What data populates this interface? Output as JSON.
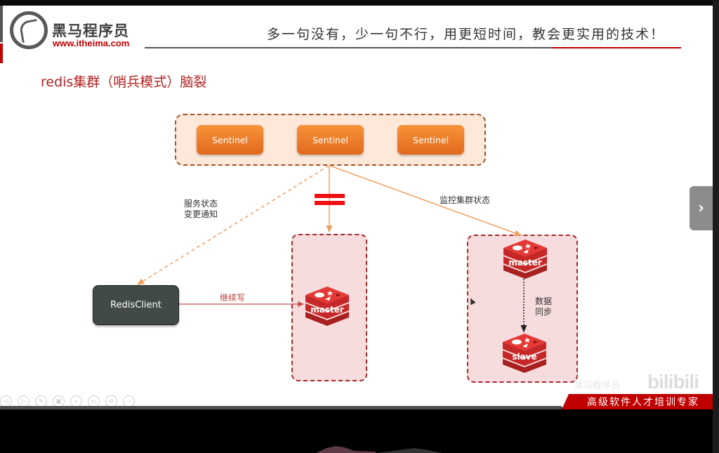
{
  "brand": {
    "name_cn": "黑马程序员",
    "url": "www.itheima.com",
    "slogan": "多一句没有，少一句不行，用更短时间，教会更实用的技术！",
    "footer_tagline": "高级软件人才培训专家",
    "footer_watermark": "黑马程序员",
    "platform_watermark": "bilibili"
  },
  "slide": {
    "title": "redis集群（哨兵模式）脑裂",
    "sentinels": [
      "Sentinel",
      "Sentinel",
      "Sentinel"
    ],
    "client": "RedisClient",
    "left_cluster": {
      "master": "master"
    },
    "right_cluster": {
      "master": "master",
      "slave": "slave"
    },
    "labels": {
      "notify_line1": "服务状态",
      "notify_line2": "变更通知",
      "monitor": "监控集群状态",
      "continue_write": "继续写",
      "sync_line1": "数据",
      "sync_line2": "同步"
    }
  },
  "player": {
    "toolbar_icons": [
      "prev-icon",
      "play-icon",
      "pen-icon",
      "slides-icon",
      "zoom-icon",
      "subtitle-icon",
      "camera-off-icon",
      "more-icon"
    ],
    "toolbar_glyphs": [
      "◁",
      "▷",
      "✎",
      "▣",
      "⌕",
      "▭",
      "⊘",
      "⋯"
    ],
    "next_glyph": "›"
  },
  "colors": {
    "accent_red": "#c00000",
    "sentinel_orange": "#f08a2e",
    "cluster_fill": "#f6dcdc",
    "client_dark": "#424949"
  }
}
